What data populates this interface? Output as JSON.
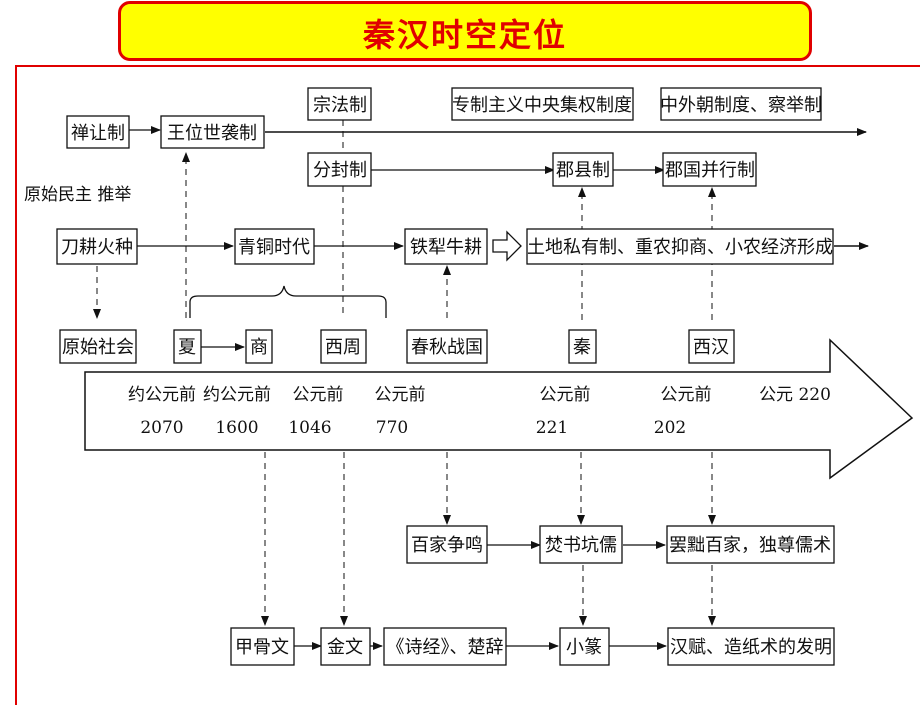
{
  "title": "秦汉时空定位",
  "labels": {
    "shanrang": "禅让制",
    "wangwei": "王位世袭制",
    "zongfa": "宗法制",
    "zhuanzhi": "专制主义中央集权制度",
    "zhongwai": "中外朝制度、察举制",
    "fenfeng": "分封制",
    "junxian": "郡县制",
    "junguo": "郡国并行制",
    "yuanshi_minzhu": "原始民主 推举",
    "daogeng": "刀耕火种",
    "qingtong": "青铜时代",
    "tieli": "铁犁牛耕",
    "tudi": "土地私有制、重农抑商、小农经济形成",
    "yuanshi_shehui": "原始社会",
    "xia": "夏",
    "shang": "商",
    "xizhou": "西周",
    "chunqiu": "春秋战国",
    "qin": "秦",
    "xihan": "西汉",
    "baijia": "百家争鸣",
    "fenshu": "焚书坑儒",
    "bachu": "罢黜百家，独尊儒术",
    "jiagu": "甲骨文",
    "jinwen": "金文",
    "shijing": "《诗经》、楚辞",
    "xiaozhuan": "小篆",
    "hanfu": "汉赋、造纸术的发明"
  },
  "dates": [
    {
      "line1": "约公元前",
      "line2": "2070"
    },
    {
      "line1": "约公元前",
      "line2": "1600"
    },
    {
      "line1": "公元前",
      "line2": "1046"
    },
    {
      "line1": "公元前",
      "line2": "770"
    },
    {
      "line1": "公元前",
      "line2": "221"
    },
    {
      "line1": "公元前",
      "line2": "202"
    },
    {
      "line1": "公元 220",
      "line2": ""
    }
  ]
}
